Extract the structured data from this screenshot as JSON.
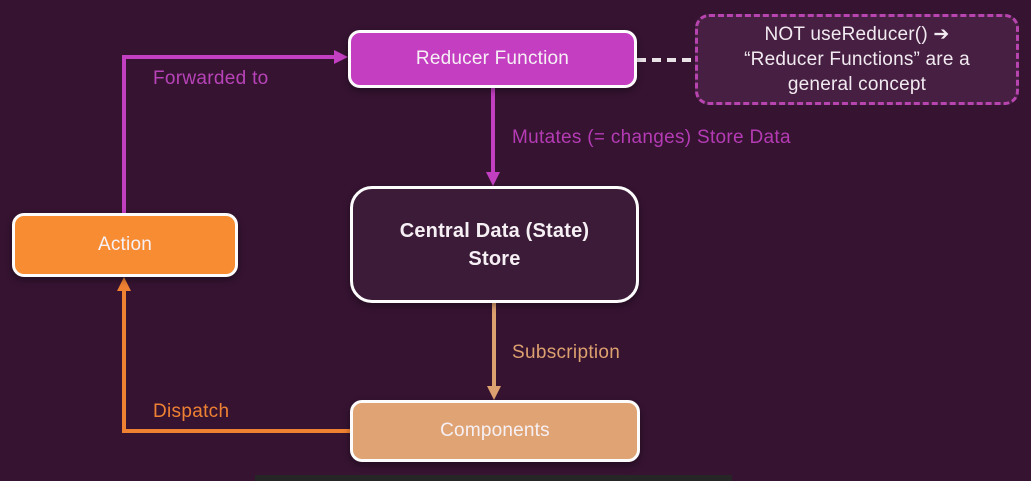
{
  "nodes": {
    "reducer": {
      "label": "Reducer Function"
    },
    "note": {
      "text": "NOT useReducer() ➔\n“Reducer Functions” are a\ngeneral concept"
    },
    "store": {
      "label": "Central Data (State)\nStore"
    },
    "components": {
      "label": "Components"
    },
    "action": {
      "label": "Action"
    }
  },
  "edges": {
    "forwarded": {
      "label": "Forwarded to"
    },
    "mutates": {
      "label": "Mutates (= changes) Store Data"
    },
    "subscription": {
      "label": "Subscription"
    },
    "dispatch": {
      "label": "Dispatch"
    }
  },
  "colors": {
    "background": "#351331",
    "magenta_node": "#c43ec2",
    "magenta_edge": "#c33fc1",
    "orange_node": "#f78c33",
    "orange_edge": "#ef8132",
    "tan_node": "#e0a474",
    "tan_edge": "#dda06f",
    "store_fill": "#3c1b38",
    "note_fill": "#471f42",
    "note_border": "#b845af",
    "node_border": "#fdfcfd",
    "dashed_connector": "#e9e3e8",
    "bottom_bar": "#262626"
  }
}
